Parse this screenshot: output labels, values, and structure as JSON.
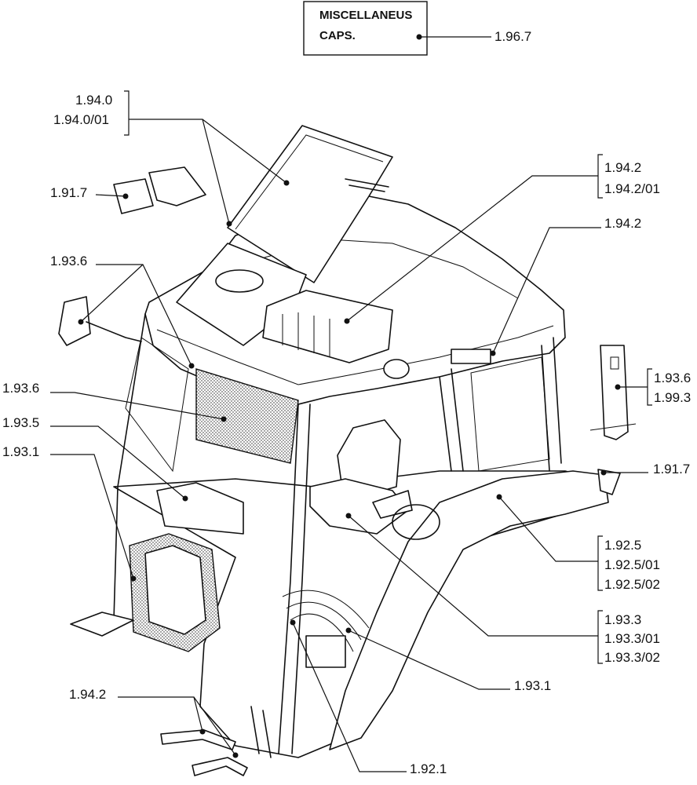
{
  "box": {
    "line1": "MISCELLANEUS",
    "line2": "CAPS.",
    "ref": "1.96.7"
  },
  "refs": {
    "r_1_94_0": "1.94.0",
    "r_1_94_0_01": "1.94.0/01",
    "r_1_91_7_a": "1.91.7",
    "r_1_93_6_a": "1.93.6",
    "r_1_93_6_b": "1.93.6",
    "r_1_93_5": "1.93.5",
    "r_1_93_1_a": "1.93.1",
    "r_1_94_2_a": "1.94.2",
    "r_1_94_2_01": "1.94.2/01",
    "r_1_94_2_b": "1.94.2",
    "r_1_93_6_c": "1.93.6",
    "r_1_99_3": "1.99.3",
    "r_1_91_7_b": "1.91.7",
    "r_1_92_5": "1.92.5",
    "r_1_92_5_01": "1.92.5/01",
    "r_1_92_5_02": "1.92.5/02",
    "r_1_93_3": "1.93.3",
    "r_1_93_3_01": "1.93.3/01",
    "r_1_93_3_02": "1.93.3/02",
    "r_1_93_1_b": "1.93.1",
    "r_1_94_2_c": "1.94.2",
    "r_1_92_1": "1.92.1"
  }
}
